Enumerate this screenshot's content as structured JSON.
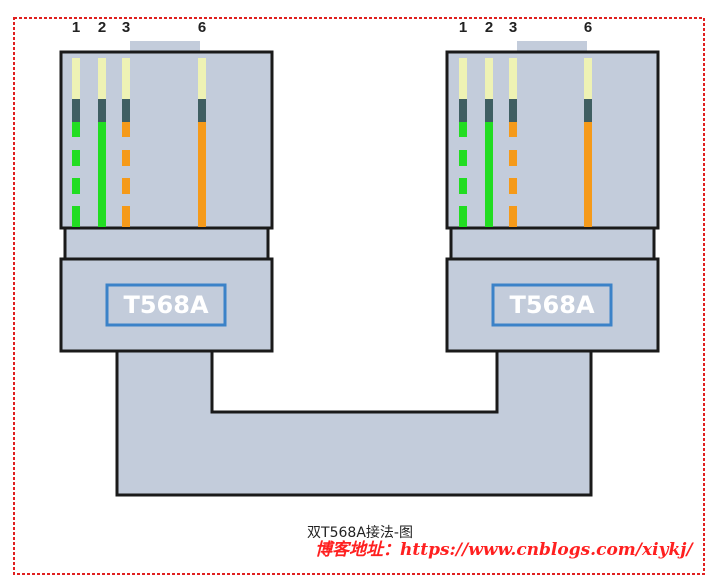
{
  "diagram": {
    "caption": "双T568A接法-图",
    "watermark": "博客地址：https://www.cnblogs.com/xiykj/",
    "colors": {
      "border": "#e02020",
      "plug_fill": "#c3ccdb",
      "outline": "#1a1a1a",
      "label_box": "#3b82c8",
      "label_fill": "#c3ccdb",
      "pin_cap": "#eef2b4",
      "pin_neck": "#3f5e62",
      "green": "#22dd22",
      "orange": "#f59a1a"
    },
    "connectors": [
      {
        "name": "left-plug",
        "standard": "T568A",
        "pins": [
          {
            "number": "1",
            "color": "green",
            "dashed": true
          },
          {
            "number": "2",
            "color": "green",
            "dashed": false
          },
          {
            "number": "3",
            "color": "orange",
            "dashed": true
          },
          {
            "number": "6",
            "color": "orange",
            "dashed": false
          }
        ]
      },
      {
        "name": "right-plug",
        "standard": "T568A",
        "pins": [
          {
            "number": "1",
            "color": "green",
            "dashed": true
          },
          {
            "number": "2",
            "color": "green",
            "dashed": false
          },
          {
            "number": "3",
            "color": "orange",
            "dashed": true
          },
          {
            "number": "6",
            "color": "orange",
            "dashed": false
          }
        ]
      }
    ]
  }
}
